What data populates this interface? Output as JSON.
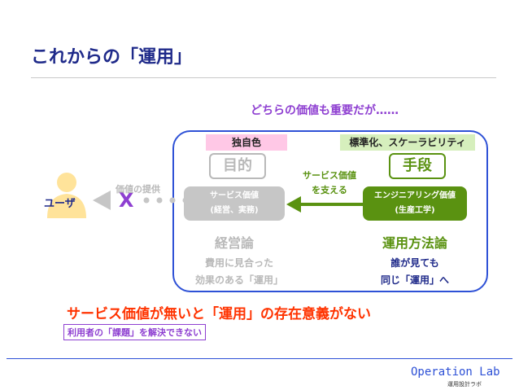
{
  "title": "これからの「運用」",
  "top_note": "どちらの価値も重要だが……",
  "user": {
    "label": "ユーザ",
    "value_offer": "価値の提供",
    "cross": "X"
  },
  "left": {
    "tag": "独自色",
    "box": "目的",
    "card_line1": "サービス価値",
    "card_line2": "(経営、実務)",
    "theory": "経営論",
    "desc_line1": "費用に見合った",
    "desc_line2": "効果のある「運用」"
  },
  "right": {
    "tag": "標準化、スケーラビリティ",
    "box": "手段",
    "card_line1": "エンジニアリング価値",
    "card_line2": "(生産工学)",
    "theory": "運用方法論",
    "desc_line1": "誰が見ても",
    "desc_line2": "同じ「運用」へ"
  },
  "arrow": {
    "line1": "サービス価値",
    "line2": "を支える"
  },
  "conclusion": "サービス価値が無いと「運用」の存在意義がない",
  "sub_note": "利用者の「課題」を解決できない",
  "footer": {
    "brand": "Operation Lab",
    "sub": "運用設計ラボ"
  },
  "colors": {
    "navy": "#1f2a8a",
    "purple": "#8e3fd1",
    "blue": "#2e51d6",
    "green": "#5a9211",
    "red": "#ff3300",
    "pink": "#ffc8e6",
    "light_green": "#d6efbd"
  }
}
